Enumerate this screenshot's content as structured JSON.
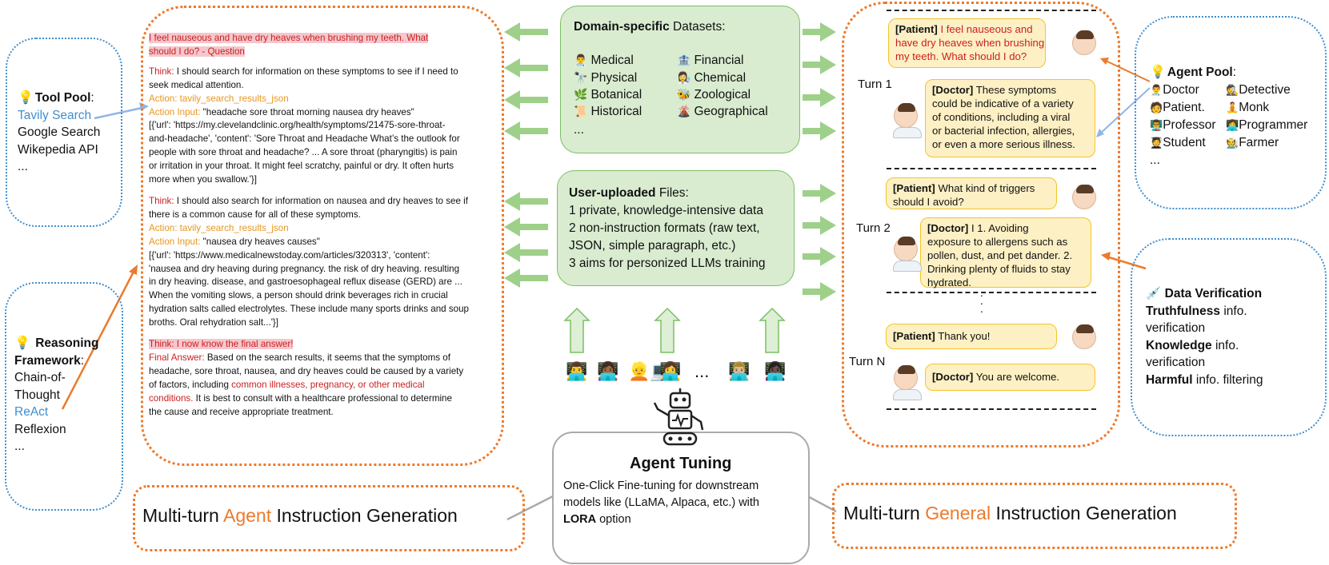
{
  "tool_pool": {
    "title": "Tool Pool",
    "colon": ":",
    "items": [
      "Tavily Search",
      "Google Search",
      "Wikepedia API",
      "..."
    ]
  },
  "reasoning": {
    "title_line1": "Reasoning",
    "title_line2": "Framework",
    "colon": ":",
    "items": [
      "Chain-of-",
      "Thought",
      "ReAct",
      "Reflexion",
      "..."
    ]
  },
  "trace": {
    "question": "I feel nauseous and have dry heaves when brushing my teeth. What should I do? - Question",
    "question_l1": "I feel nauseous and have dry heaves when brushing my teeth. What",
    "question_l2": "should I do? - Question",
    "think1_label": "Think:",
    "think1_l1": " I should search for information on these symptoms to see if I need to",
    "think1_l2": "seek medical attention.",
    "action1": "Action: tavily_search_results_json",
    "input1_label": "Action Input:",
    "input1_text": " \"headache sore throat morning nausea dry heaves\"",
    "result1_lines": [
      "[{'url': 'https://my.clevelandclinic.org/health/symptoms/21475-sore-throat-",
      "and-headache', 'content': 'Sore Throat and Headache  What’s the outlook for",
      "people with sore throat and headache? ... A sore throat (pharyngitis) is pain",
      "or irritation in your throat. It might feel scratchy, painful or dry. It often hurts",
      "more when you swallow.'}]"
    ],
    "think2_label": "Think:",
    "think2_l1": " I should also search for information on nausea and dry heaves to see if",
    "think2_l2": "there is a common cause for all of these symptoms.",
    "action2": "Action: tavily_search_results_json",
    "input2_label": "Action Input:",
    "input2_text": " \"nausea dry heaves causes\"",
    "result2_lines": [
      "[{'url': 'https://www.medicalnewstoday.com/articles/320313', 'content':",
      "'nausea and dry heaving during pregnancy.  the risk of dry heaving.  resulting",
      "in dry heaving.  disease, and gastroesophageal reflux disease (GERD) are ...",
      "When the vomiting slows, a person should drink beverages rich in crucial",
      "hydration salts called electrolytes. These include many sports drinks and soup",
      "broths. Oral rehydration salt...'}]"
    ],
    "final_think": "Think: I now know the final answer!",
    "final_label": "Final Answer:",
    "final_l1": " Based on the search results, it seems that the symptoms of",
    "final_l2": "headache, sore throat, nausea, and dry heaves could be caused by a variety",
    "final_l3a": "of factors, including ",
    "final_l3b": "common illnesses, pregnancy, or other medical",
    "final_l4a": "conditions.",
    "final_l4b": " It is best to consult with a healthcare professional to determine",
    "final_l5": "the cause and receive appropriate treatment."
  },
  "datasets": {
    "title_bold": "Domain-specific",
    "title_rest": " Datasets:",
    "items": [
      {
        "icon": "doctor-icon",
        "glyph": "👨‍⚕",
        "label": "Medical"
      },
      {
        "icon": "bank-icon",
        "glyph": "🏦",
        "label": "Financial"
      },
      {
        "icon": "telescope-icon",
        "glyph": "🔭",
        "label": "Physical"
      },
      {
        "icon": "chemist-icon",
        "glyph": "👩‍🔬",
        "label": "Chemical"
      },
      {
        "icon": "herb-icon",
        "glyph": "🌿",
        "label": "Botanical"
      },
      {
        "icon": "bee-icon",
        "glyph": "🐝",
        "label": "Zoological"
      },
      {
        "icon": "scroll-icon",
        "glyph": "📜",
        "label": "Historical"
      },
      {
        "icon": "volcano-icon",
        "glyph": "🌋",
        "label": "Geographical"
      }
    ],
    "more": "..."
  },
  "uploads": {
    "title_bold": "User-uploaded",
    "title_rest": " Files:",
    "lines": [
      "1 private, knowledge-intensive data",
      "2 non-instruction formats (raw text,",
      "JSON, simple paragraph, etc.)",
      "3 aims for personized LLMs training"
    ]
  },
  "tuning": {
    "title": "Agent Tuning",
    "line1": "One-Click Fine-tuning for downstream",
    "line2": "models like (LLaMA, Alpaca, etc.) with",
    "line3_bold": "LORA",
    "line3_rest": " option",
    "more": "..."
  },
  "captions": {
    "agent_pre": "Multi-turn ",
    "agent_hl": "Agent",
    "agent_post": " Instruction Generation",
    "general_pre": "Multi-turn ",
    "general_hl": "General",
    "general_post": " Instruction Generation"
  },
  "chat": {
    "turn1": "Turn 1",
    "turn2": "Turn 2",
    "turnN": "Turn N",
    "ellipsis": ".",
    "b1_role": "Patient",
    "b1_l1": " I feel nauseous and",
    "b1_l2": "have dry heaves when brushing",
    "b1_l3": "my teeth. What should I do?",
    "b2_role": "Doctor",
    "b2_l1": " These symptoms",
    "b2_l2": "could be indicative of a variety",
    "b2_l3": "of conditions, including a viral",
    "b2_l4": "or bacterial infection, allergies,",
    "b2_l5": "or even a more serious illness.",
    "b3_role": "Patient",
    "b3_l1": " What kind of triggers",
    "b3_l2": "should I avoid?",
    "b4_role": "Doctor",
    "b4_l1": " I 1. Avoiding",
    "b4_l2": "exposure to allergens such as",
    "b4_l3": "pollen, dust, and pet dander. 2.",
    "b4_l4": "Drinking plenty of fluids to stay",
    "b4_l5": "hydrated.",
    "b5_role": "Patient",
    "b5_text": " Thank you!",
    "b6_role": "Doctor",
    "b6_text": " You are welcome."
  },
  "agent_pool": {
    "title": "Agent Pool",
    "colon": ":",
    "items": [
      {
        "icon": "doctor-icon",
        "glyph": "👨‍⚕",
        "label": "Doctor"
      },
      {
        "icon": "detective-icon",
        "glyph": "🕵",
        "label": "Detective"
      },
      {
        "icon": "patient-icon",
        "glyph": "🧑",
        "label": "Patient."
      },
      {
        "icon": "monk-icon",
        "glyph": "🧘",
        "label": "Monk"
      },
      {
        "icon": "professor-icon",
        "glyph": "👨‍🏫",
        "label": "Professor"
      },
      {
        "icon": "programmer-icon",
        "glyph": "👩‍💻",
        "label": "Programmer"
      },
      {
        "icon": "student-icon",
        "glyph": "🧑‍🎓",
        "label": "Student"
      },
      {
        "icon": "farmer-icon",
        "glyph": "🧑‍🌾",
        "label": "Farmer"
      }
    ],
    "more": "..."
  },
  "verification": {
    "title": "Data Verification",
    "l1_bold": "Truthfulness",
    "l1_rest": " info.",
    "l2": "verification",
    "l3_bold": "Knowledge",
    "l3_rest": " info.",
    "l4": "verification",
    "l5_bold": "Harmful",
    "l5_rest": " info. filtering"
  },
  "colors": {
    "green_fill": "#d9ecd0",
    "green_border": "#7bbf62",
    "orange_accent": "#ec7a2c",
    "blue_accent": "#3f8fd0",
    "bubble_fill": "#fdf0c4",
    "bubble_border": "#f2c52c",
    "red_text": "#cc1f1f"
  }
}
